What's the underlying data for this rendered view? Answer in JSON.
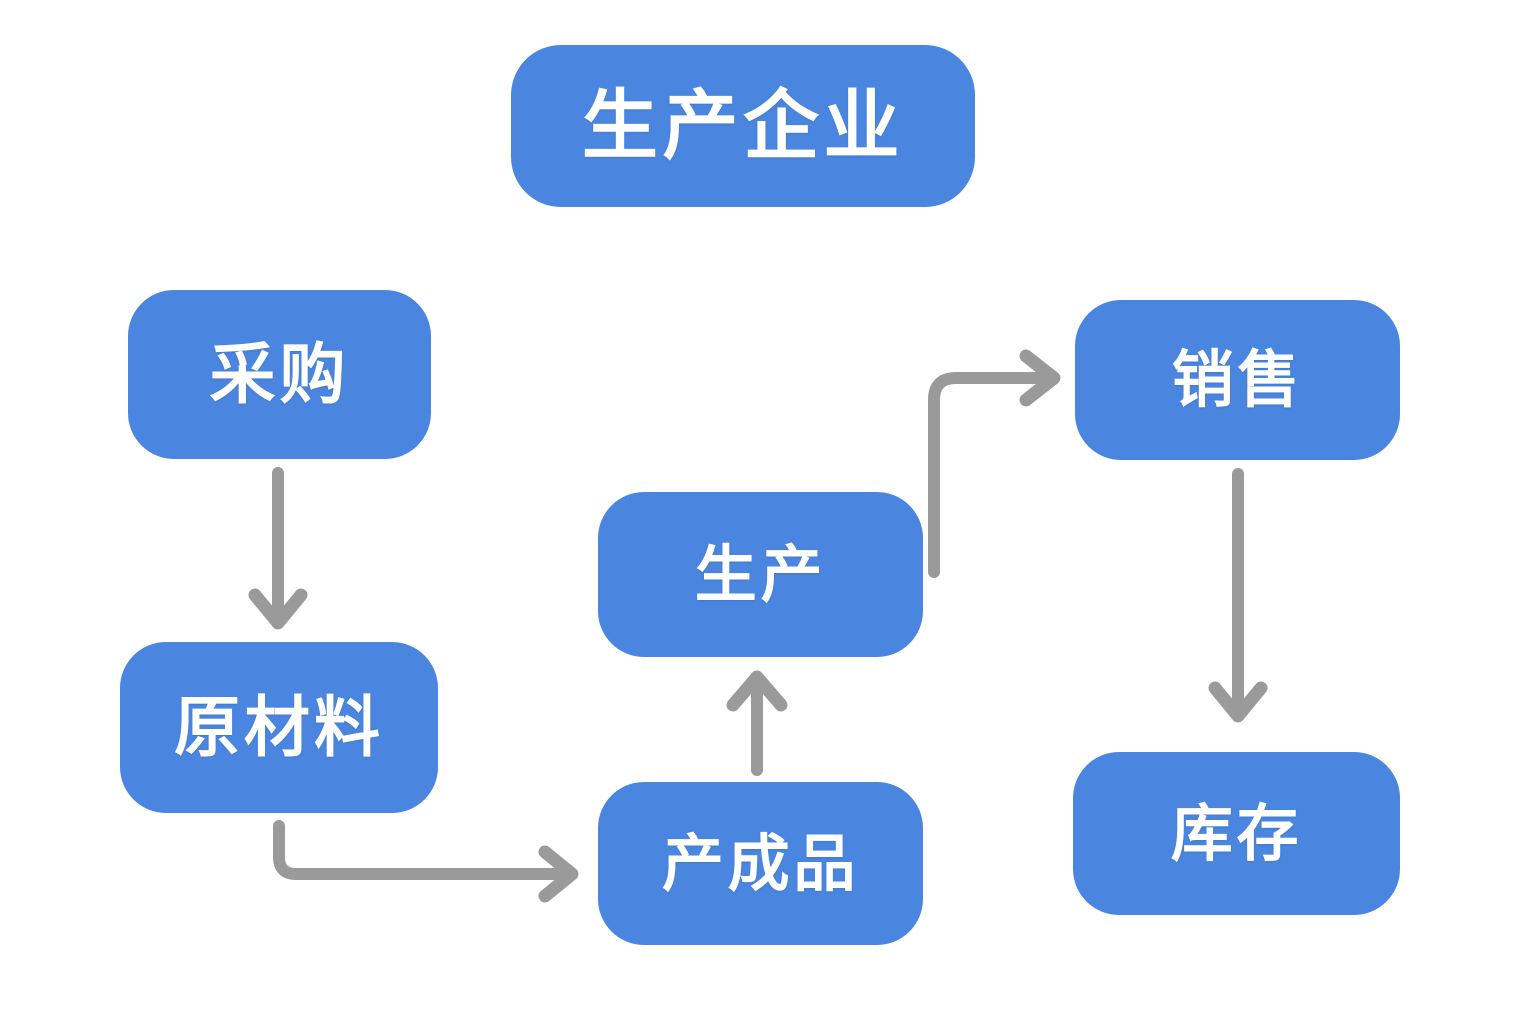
{
  "diagram": {
    "title": "生产企业",
    "background_color": "#ffffff",
    "node_color": "#4a86e0",
    "node_text_color": "#ffffff",
    "connector_color": "#9a9a9a",
    "nodes": [
      {
        "id": "title",
        "label": "生产企业",
        "role": "header"
      },
      {
        "id": "purchase",
        "label": "采购",
        "role": "process"
      },
      {
        "id": "raw",
        "label": "原材料",
        "role": "process"
      },
      {
        "id": "production",
        "label": "生产",
        "role": "process"
      },
      {
        "id": "finished",
        "label": "产成品",
        "role": "process"
      },
      {
        "id": "sales",
        "label": "销售",
        "role": "process"
      },
      {
        "id": "inventory",
        "label": "库存",
        "role": "process"
      }
    ],
    "connectors": [
      {
        "id": "purchase-to-raw",
        "from": "采购",
        "to": "原材料",
        "style": "straight",
        "direction": "down"
      },
      {
        "id": "raw-to-finished",
        "from": "原材料",
        "to": "产成品",
        "style": "elbow",
        "direction": "down-right"
      },
      {
        "id": "finished-to-production",
        "from": "产成品",
        "to": "生产",
        "style": "straight",
        "direction": "up"
      },
      {
        "id": "production-to-sales",
        "from": "生产",
        "to": "销售",
        "style": "elbow",
        "direction": "up-right"
      },
      {
        "id": "sales-to-inventory",
        "from": "销售",
        "to": "库存",
        "style": "straight",
        "direction": "down"
      }
    ]
  }
}
